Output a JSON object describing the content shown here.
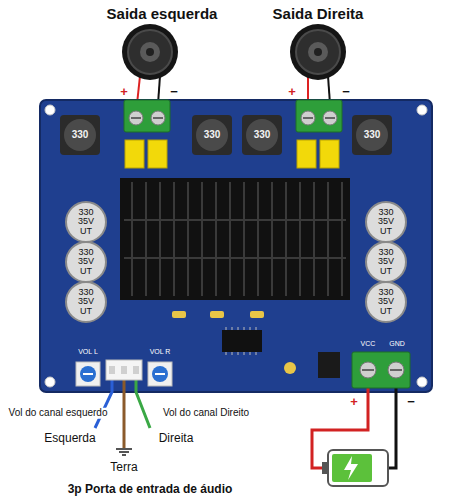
{
  "diagram": {
    "labels": [
      "Saida esquerda",
      "Saida Direita",
      "+",
      "−",
      "+",
      "−",
      "330",
      "330",
      "330",
      "330",
      "330 35V UT",
      "330 35V UT",
      "330 35V UT",
      "330 35V UT",
      "330 35V UT",
      "330 35V UT",
      "VOL L",
      "VOL R",
      "VCC",
      "GND",
      "Vol do canal esquerdo",
      "Vol do canal Direito",
      "Esquerda",
      "Terra",
      "Direita",
      "3p Porta de entrada de áudio",
      "+",
      "−"
    ]
  }
}
